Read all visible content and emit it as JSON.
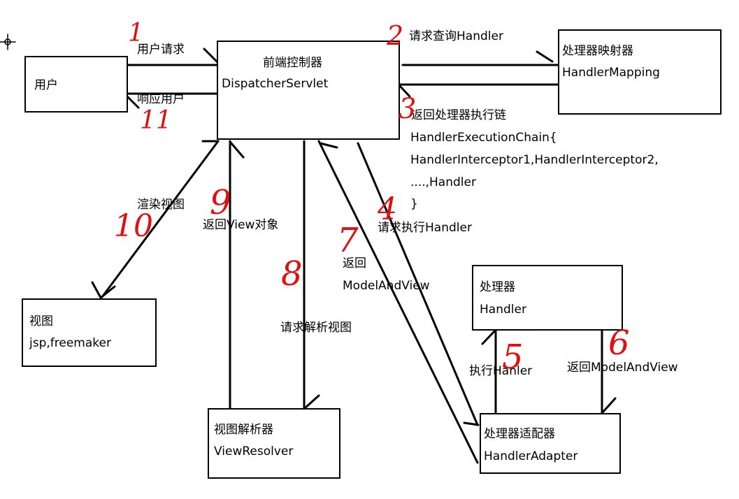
{
  "boxes": {
    "user": {
      "line1": "用户"
    },
    "dispatcher": {
      "line1": "前端控制器",
      "line2": "DispatcherServlet"
    },
    "mapping": {
      "line1": "处理器映射器",
      "line2": "HandlerMapping"
    },
    "view": {
      "line1": "视图",
      "line2": "jsp,freemaker"
    },
    "resolver": {
      "line1": "视图解析器",
      "line2": "ViewResolver"
    },
    "handler": {
      "line1": "处理器",
      "line2": "Handler"
    },
    "adapter": {
      "line1": "处理器适配器",
      "line2": "HandlerAdapter"
    }
  },
  "labels": {
    "step1": "用户请求",
    "step2": "请求查询Handler",
    "step3": "返回处理器执行链",
    "chain1": "HandlerExecutionChain{",
    "chain2": "HandlerInterceptor1,HandlerInterceptor2,",
    "chain3": "....,Handler",
    "chain4": "}",
    "step4": "请求执行Handler",
    "step5": "执行Hanler",
    "step6": "返回ModelAndView",
    "step7a": "返回",
    "step7b": "ModelAndView",
    "step8": "请求解析视图",
    "step9": "返回View对象",
    "step10": "渲染视图",
    "step11": "响应用户"
  },
  "numbers": {
    "n1": "1",
    "n2": "2",
    "n3": "3",
    "n4": "4",
    "n5": "5",
    "n6": "6",
    "n7": "7",
    "n8": "8",
    "n9": "9",
    "n10": "10",
    "n11": "11"
  },
  "colors": {
    "annotation": "#e01010",
    "line": "#000000"
  }
}
